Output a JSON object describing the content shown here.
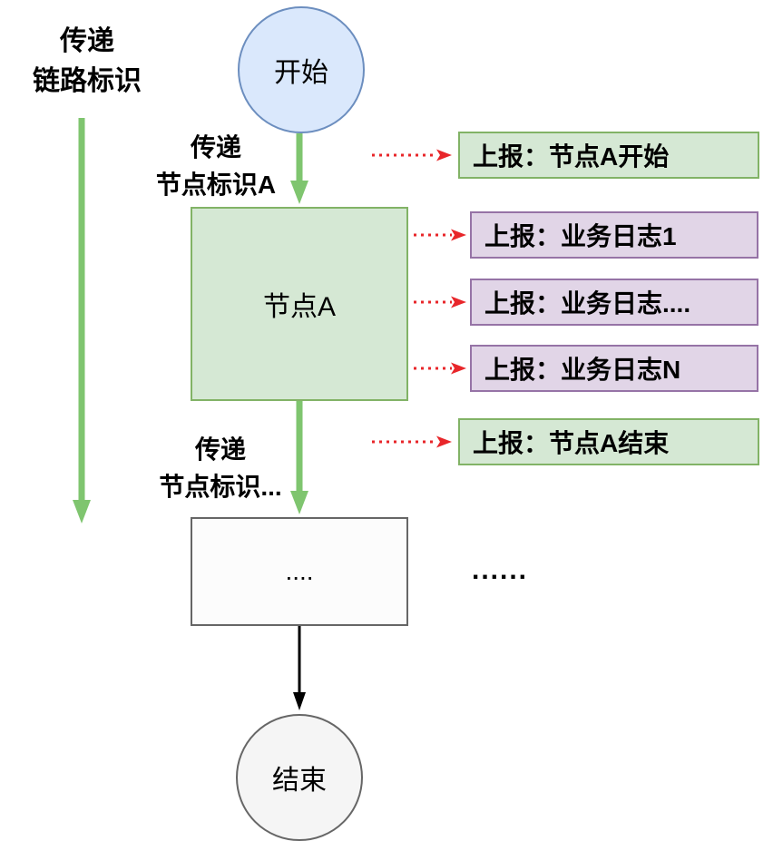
{
  "diagram": {
    "labels": {
      "link_id": "传递\n链路标识",
      "node_id_a": "传递\n节点标识A",
      "node_id_next": "传递\n节点标识...",
      "ellipsis": "......"
    },
    "nodes": {
      "start": "开始",
      "node_a": "节点A",
      "placeholder": "....",
      "end": "结束"
    },
    "reports": [
      {
        "label": "上报：节点A开始",
        "type": "green"
      },
      {
        "label": "上报：业务日志1",
        "type": "purple"
      },
      {
        "label": "上报：业务日志....",
        "type": "purple"
      },
      {
        "label": "上报：业务日志N",
        "type": "purple"
      },
      {
        "label": "上报：节点A结束",
        "type": "green"
      }
    ],
    "colors": {
      "start_fill": "#dae8fc",
      "start_stroke": "#6c8ebf",
      "green_fill": "#d5e8d4",
      "green_stroke": "#82b366",
      "purple_fill": "#e1d5e7",
      "purple_stroke": "#9673a6",
      "gray_fill": "#f5f5f5",
      "gray_stroke": "#666666",
      "arrow_green": "#7fc56f",
      "arrow_red": "#e8262a",
      "arrow_black": "#000000"
    }
  }
}
